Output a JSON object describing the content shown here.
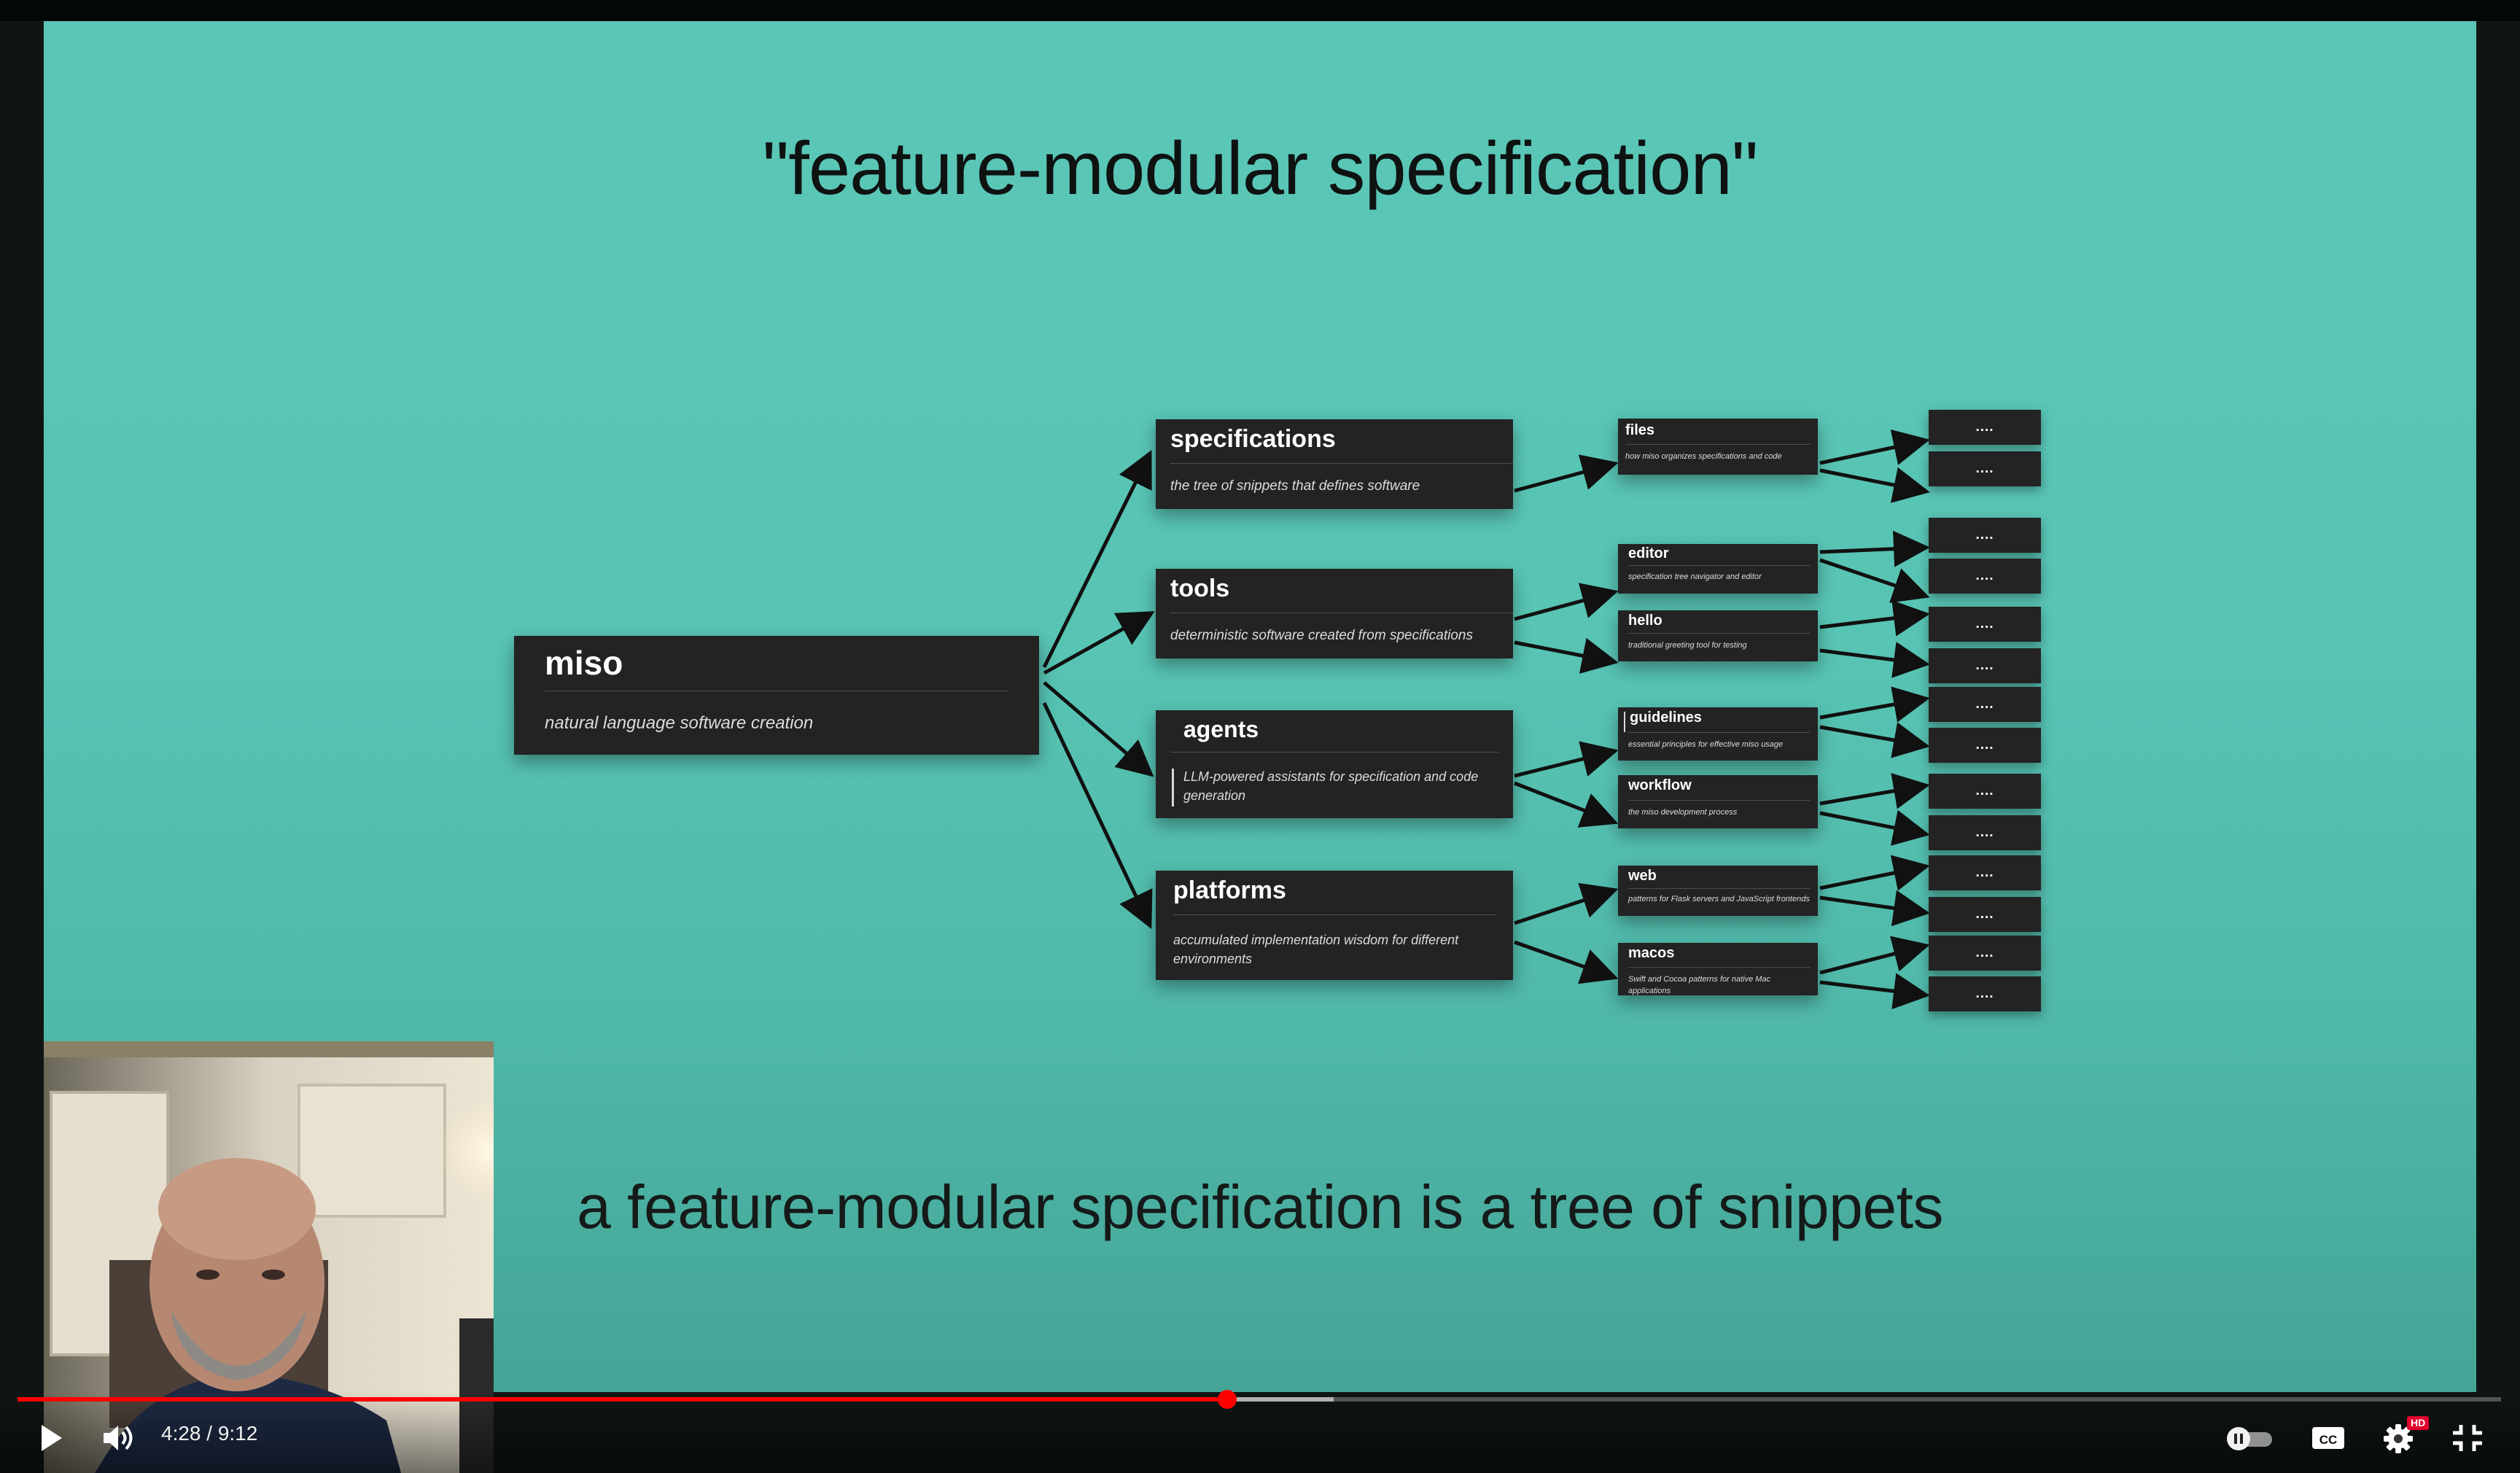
{
  "slide": {
    "title": "\"feature-modular specification\"",
    "caption": "a feature-modular specification is a tree of snippets"
  },
  "tree": {
    "root": {
      "title": "miso",
      "desc": "natural language software creation"
    },
    "level1": [
      {
        "title": "specifications",
        "desc": "the tree of snippets that defines software"
      },
      {
        "title": "tools",
        "desc": "deterministic software created from specifications"
      },
      {
        "title": "agents",
        "desc": "LLM-powered assistants for specification and code generation"
      },
      {
        "title": "platforms",
        "desc": "accumulated implementation wisdom for different environments"
      }
    ],
    "level2": [
      {
        "title": "files",
        "desc": "how miso organizes specifications and code"
      },
      {
        "title": "editor",
        "desc": "specification tree navigator and editor"
      },
      {
        "title": "hello",
        "desc": "traditional greeting tool for testing"
      },
      {
        "title": "guidelines",
        "desc": "essential principles for effective miso usage"
      },
      {
        "title": "workflow",
        "desc": "the miso development process"
      },
      {
        "title": "web",
        "desc": "patterns for Flask servers and JavaScript frontends"
      },
      {
        "title": "macos",
        "desc": "Swift and Cocoa patterns for native Mac applications"
      }
    ],
    "leaf_label": "...."
  },
  "player": {
    "time_current": "4:28",
    "time_total": "9:12",
    "time_display": "4:28 / 9:12",
    "progress_fraction": 0.487,
    "buffered_fraction": 0.53,
    "hd_badge": "HD",
    "accent_color": "#ff0000",
    "icons": [
      "play-icon",
      "volume-icon",
      "autoplay-toggle",
      "captions-icon",
      "settings-icon",
      "exit-fullscreen-icon"
    ]
  },
  "colors": {
    "slide_background": "#56c2b3",
    "node_background": "#232323",
    "progress_played": "#ff0000"
  }
}
